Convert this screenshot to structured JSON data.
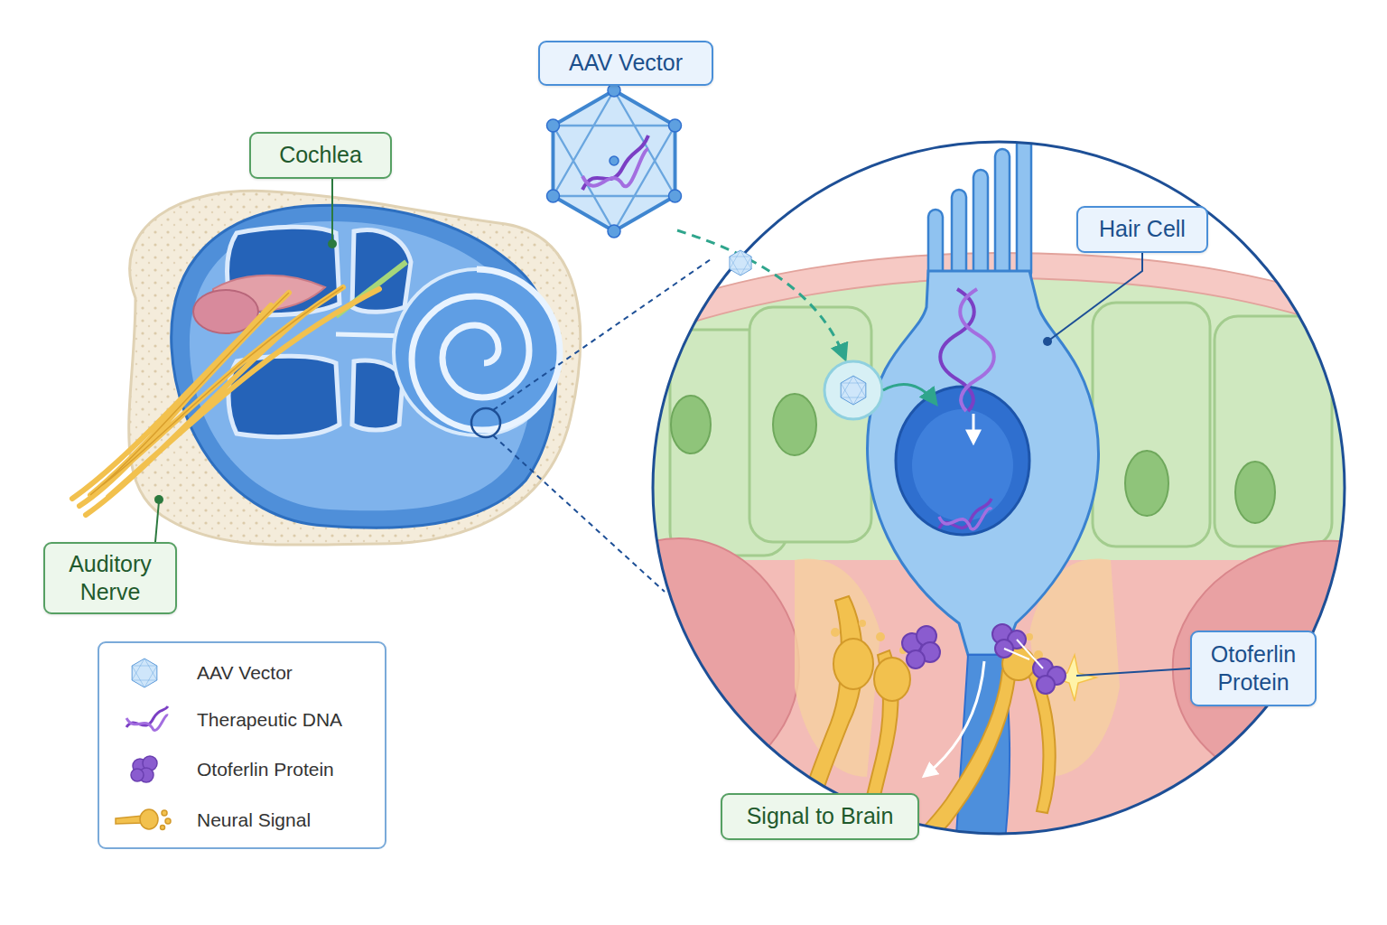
{
  "diagram": {
    "nodes": [
      {
        "text": [
          "AAV Vector"
        ]
      },
      {
        "text": [
          "Cochlea"
        ]
      },
      {
        "text": [
          "Hair Cell"
        ]
      },
      {
        "text": [
          "Auditory Nerve"
        ]
      },
      {
        "text": [
          "Otoferlin Protein"
        ]
      },
      {
        "text": [
          "Signal to Brain"
        ]
      }
    ],
    "legend": [
      {
        "text": "AAV Vector"
      },
      {
        "text": "Therapeutic DNA"
      },
      {
        "text": "Otoferlin Protein"
      },
      {
        "text": "Neural Signal"
      }
    ]
  }
}
